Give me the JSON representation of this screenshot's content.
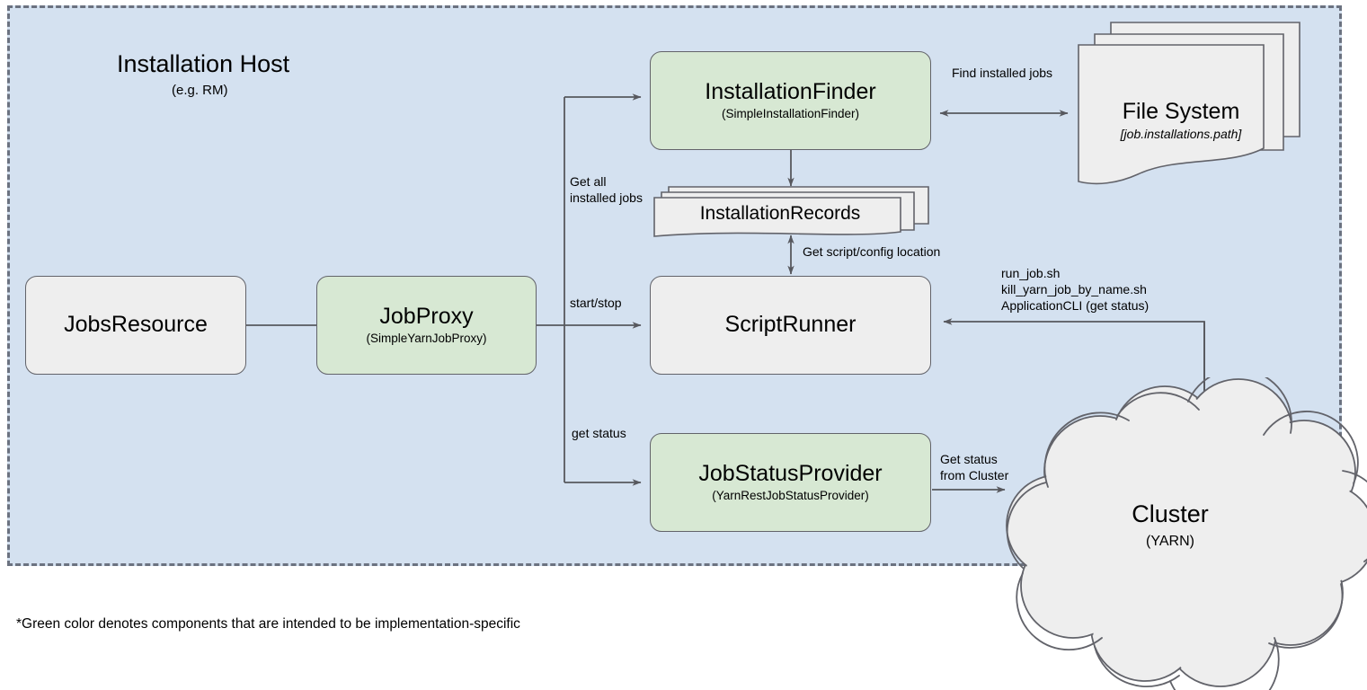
{
  "diagram": {
    "host": {
      "title": "Installation Host",
      "subtitle": "(e.g. RM)"
    },
    "footnote": "*Green color denotes components that are intended to be implementation-specific",
    "colors": {
      "host_background": "#d4e1f0",
      "host_border": "#6b7280",
      "node_grey_fill": "#eeeeee",
      "node_green_fill": "#d7e8d3",
      "node_stroke": "#62636a",
      "edge_stroke": "#57585e",
      "text": "#000000"
    },
    "nodes": {
      "jobs_resource": {
        "title": "JobsResource",
        "subtitle": ""
      },
      "job_proxy": {
        "title": "JobProxy",
        "subtitle": "(SimpleYarnJobProxy)"
      },
      "installation_finder": {
        "title": "InstallationFinder",
        "subtitle": "(SimpleInstallationFinder)"
      },
      "script_runner": {
        "title": "ScriptRunner",
        "subtitle": ""
      },
      "job_status_provider": {
        "title": "JobStatusProvider",
        "subtitle": "(YarnRestJobStatusProvider)"
      },
      "installation_records": {
        "title": "InstallationRecords"
      },
      "file_system": {
        "title": "File System",
        "subtitle": "[job.installations.path]"
      },
      "cluster": {
        "title": "Cluster",
        "subtitle": "(YARN)"
      }
    },
    "edges": {
      "get_all_installed_jobs": "Get all\ninstalled jobs",
      "start_stop": "start/stop",
      "get_status": "get status",
      "find_installed_jobs": "Find installed jobs",
      "get_script_config_location": "Get script/config location",
      "scripts_list": "run_job.sh\nkill_yarn_job_by_name.sh\nApplicationCLI (get status)",
      "get_status_from_cluster": "Get status\nfrom Cluster"
    }
  }
}
